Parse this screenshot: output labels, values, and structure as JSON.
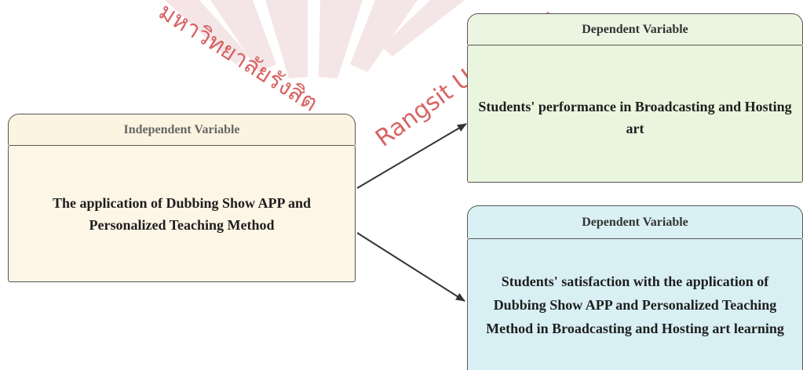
{
  "independent": {
    "tab_label": "Independent Variable",
    "box_text": "The application of Dubbing Show APP and Personalized Teaching Method"
  },
  "dependent_1": {
    "tab_label": "Dependent Variable",
    "box_text": "Students' performance in Broadcasting and Hosting art"
  },
  "dependent_2": {
    "tab_label": "Dependent Variable",
    "box_text": "Students' satisfaction with the application of Dubbing Show APP and Personalized Teaching Method in Broadcasting and Hosting art learning"
  },
  "watermark": {
    "text_thai": "มหาวิทยาลัยรังสิต",
    "text_en": "Rangsit University",
    "color": "#e04040"
  },
  "colors": {
    "independent_fill": "#fdf6e6",
    "dependent_1_fill": "#e9f5dc",
    "dependent_2_fill": "#d8f0f4",
    "arrow": "#333333"
  }
}
